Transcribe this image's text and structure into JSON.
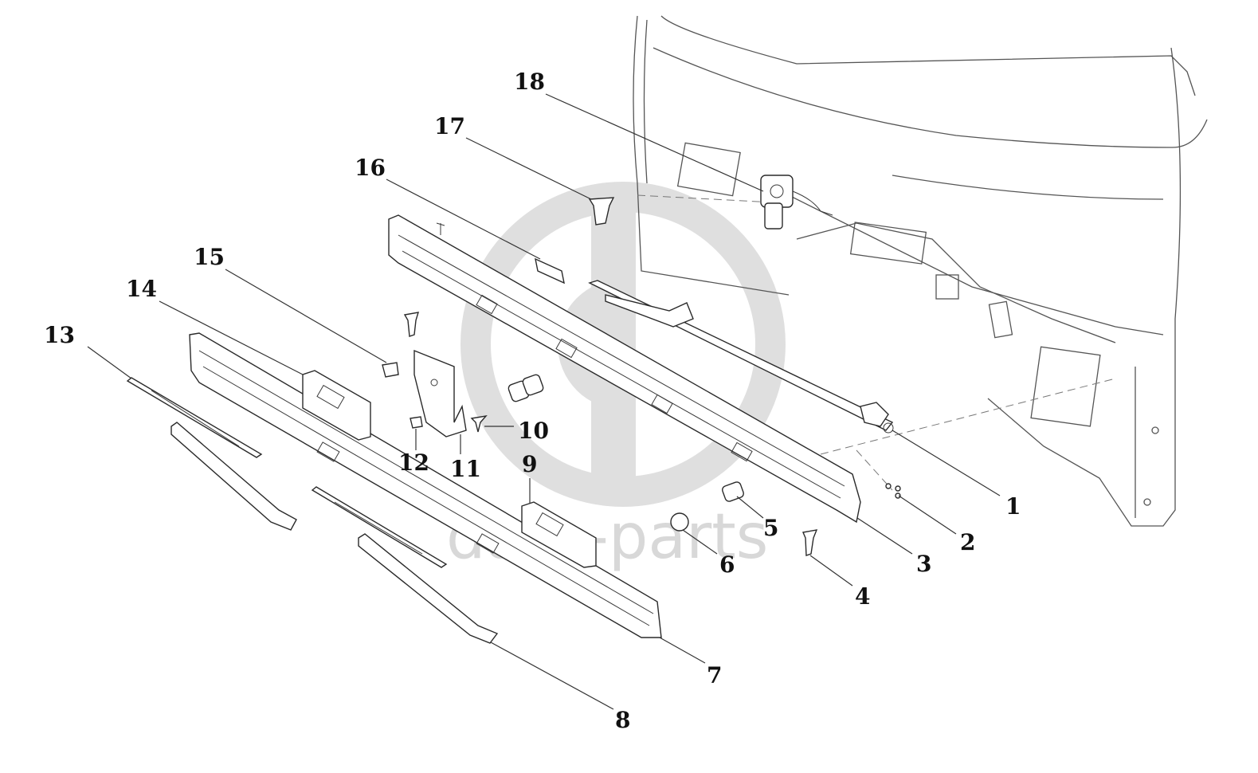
{
  "watermark": {
    "text": "data-parts",
    "color": "#d9d9d9"
  },
  "colors": {
    "line": "#2a2a2a",
    "background": "#ffffff"
  },
  "callouts": [
    {
      "id": "1",
      "label": "1",
      "part": "wiper-linkage"
    },
    {
      "id": "2",
      "label": "2",
      "part": "nut"
    },
    {
      "id": "3",
      "label": "3",
      "part": "cowl-panel-upper"
    },
    {
      "id": "4",
      "label": "4",
      "part": "clip"
    },
    {
      "id": "5",
      "label": "5",
      "part": "bushing"
    },
    {
      "id": "6",
      "label": "6",
      "part": "cap"
    },
    {
      "id": "7",
      "label": "7",
      "part": "cowl-panel-lower"
    },
    {
      "id": "8",
      "label": "8",
      "part": "wiper-arm"
    },
    {
      "id": "9",
      "label": "9",
      "part": "bracket-plate"
    },
    {
      "id": "10",
      "label": "10",
      "part": "screw"
    },
    {
      "id": "11",
      "label": "11",
      "part": "side-bracket"
    },
    {
      "id": "12",
      "label": "12",
      "part": "washer"
    },
    {
      "id": "13",
      "label": "13",
      "part": "wiper-blade"
    },
    {
      "id": "14",
      "label": "14",
      "part": "bracket-plate"
    },
    {
      "id": "15",
      "label": "15",
      "part": "grommet"
    },
    {
      "id": "16",
      "label": "16",
      "part": "seal-pad"
    },
    {
      "id": "17",
      "label": "17",
      "part": "push-clip"
    },
    {
      "id": "18",
      "label": "18",
      "part": "wiper-motor"
    }
  ]
}
